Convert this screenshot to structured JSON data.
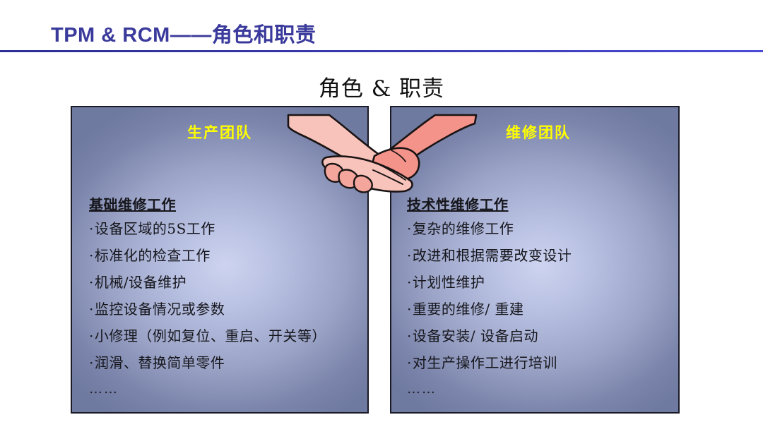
{
  "slide": {
    "title": "TPM & RCM——角色和职责",
    "section_heading": "角色 & 职责"
  },
  "colors": {
    "title_blue": "#3a3a9c",
    "rule_blue": "#2d2d96",
    "panel_title_yellow": "#ffff00",
    "panel_border": "#1a1a26",
    "panel_center": "#cdd3ef",
    "panel_edge": "#6f7aa0",
    "hand_left": "#f8c3bb",
    "hand_right": "#f4938a",
    "background": "#ffffff"
  },
  "production_panel": {
    "title": "生产团队",
    "heading": "基础维修工作",
    "items": [
      "设备区域的5S工作",
      "标准化的检查工作",
      "机械/设备维护",
      "监控设备情况或参数",
      "小修理（例如复位、重启、开关等）",
      "润滑、替换简单零件"
    ],
    "ellipsis": "……"
  },
  "maintenance_panel": {
    "title": "维修团队",
    "heading": "技术性维修工作",
    "items": [
      "复杂的维修工作",
      "改进和根据需要改变设计",
      "计划性维护",
      "重要的维修/ 重建",
      "设备安装/ 设备启动",
      "对生产操作工进行培训"
    ],
    "ellipsis": "……"
  },
  "graphic": {
    "name": "handshake-illustration",
    "bullet_char": "·"
  }
}
